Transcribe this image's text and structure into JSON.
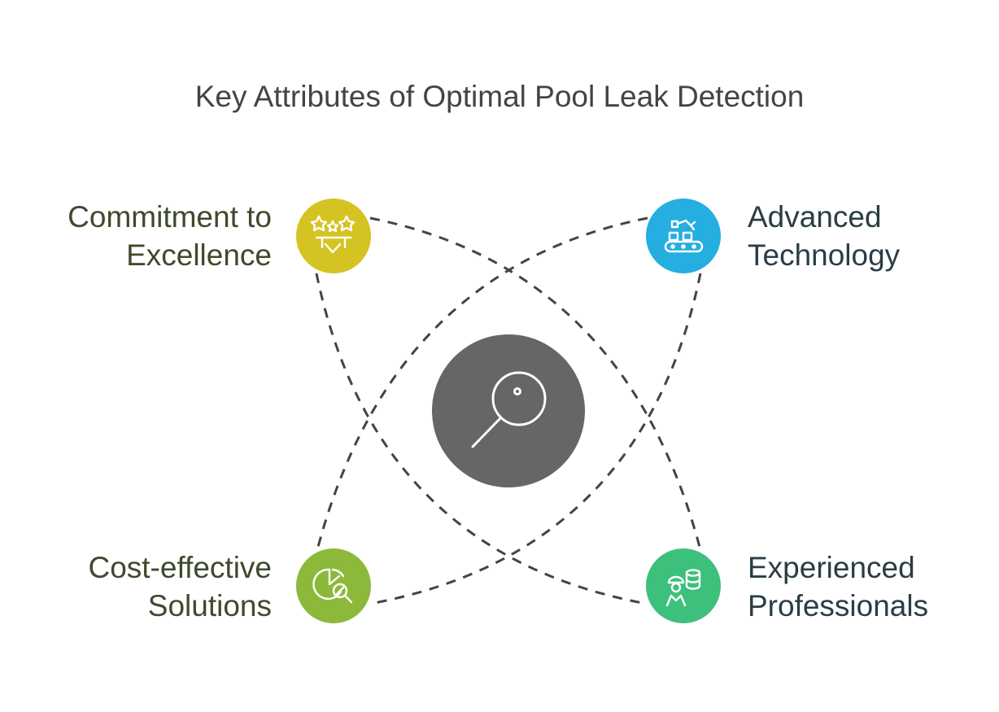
{
  "title": "Key Attributes of Optimal Pool Leak Detection",
  "center": {
    "icon": "magnifier-icon",
    "color": "#666666"
  },
  "nodes": {
    "commitment": {
      "line1": "Commitment to",
      "line2": "Excellence",
      "icon": "quality-stars-icon",
      "color": "#d5c324"
    },
    "technology": {
      "line1": "Advanced",
      "line2": "Technology",
      "icon": "robot-conveyor-icon",
      "color": "#25aee0"
    },
    "cost": {
      "line1": "Cost-effective",
      "line2": "Solutions",
      "icon": "pie-chart-search-icon",
      "color": "#8cb93a"
    },
    "professionals": {
      "line1": "Experienced",
      "line2": "Professionals",
      "icon": "worker-database-icon",
      "color": "#3ec07d"
    }
  }
}
